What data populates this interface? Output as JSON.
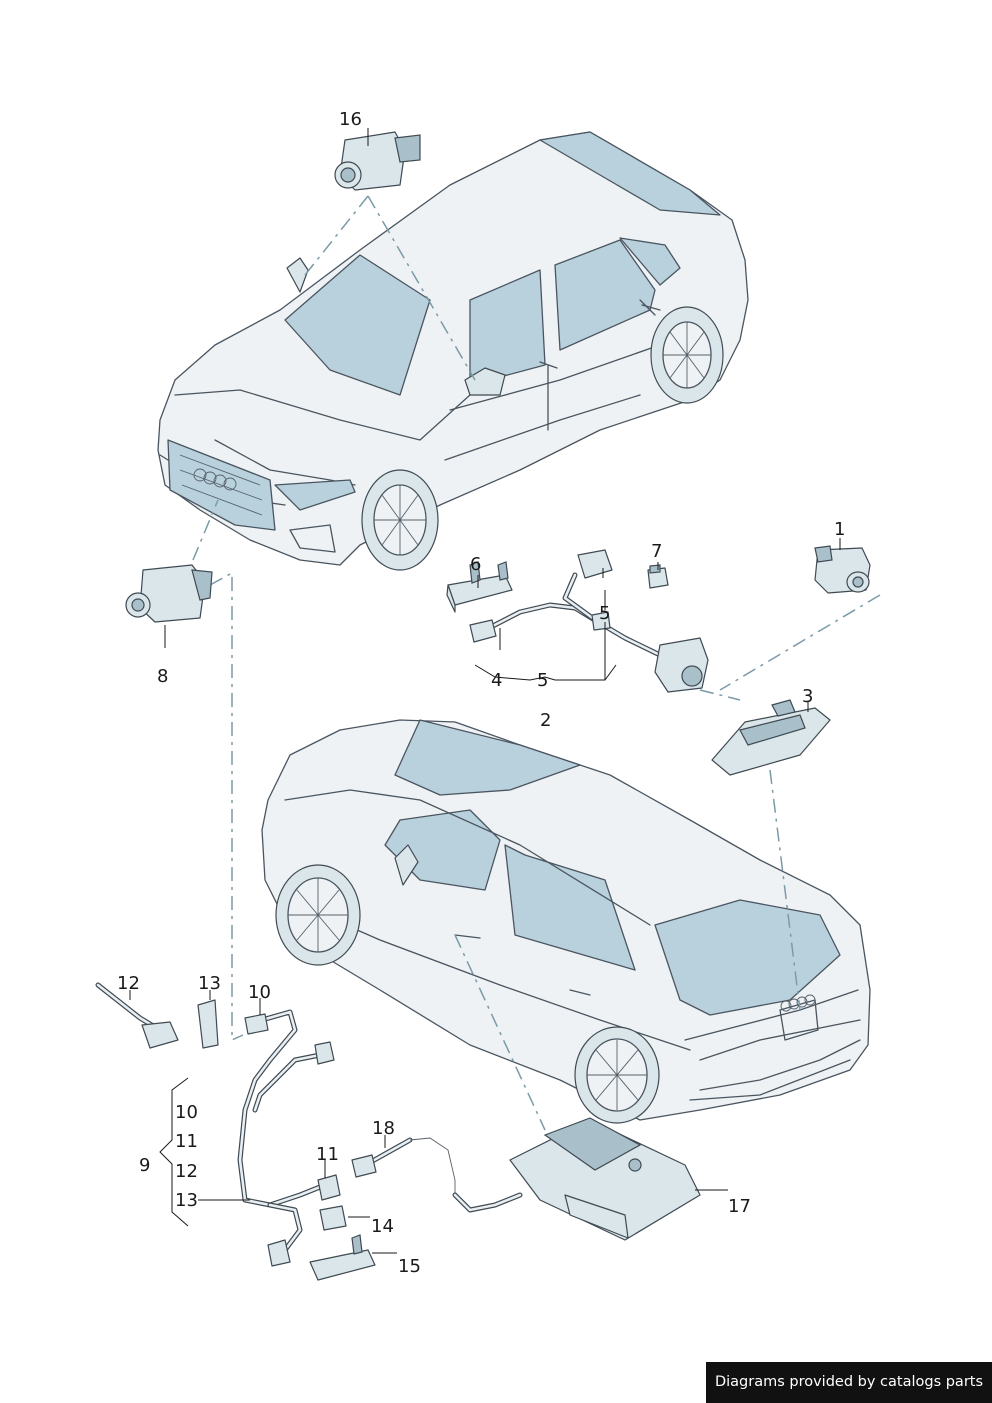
{
  "callouts": {
    "c1": "1",
    "c2": "2",
    "c3": "3",
    "c4": "4",
    "c5a": "5",
    "c5b": "5",
    "c6": "6",
    "c7": "7",
    "c8": "8",
    "c9": "9",
    "c10a": "10",
    "c10b": "10",
    "c11a": "11",
    "c11b": "11",
    "c12a": "12",
    "c12b": "12",
    "c13a": "13",
    "c13b": "13",
    "c14": "14",
    "c15": "15",
    "c16": "16",
    "c17": "17",
    "c18": "18"
  },
  "footer": {
    "credit": "Diagrams provided by catalogs parts"
  },
  "colors": {
    "glass": "#b9d1dc",
    "line": "#4a5560",
    "dash": "#7b9aa8",
    "footer_bg": "#111111"
  }
}
